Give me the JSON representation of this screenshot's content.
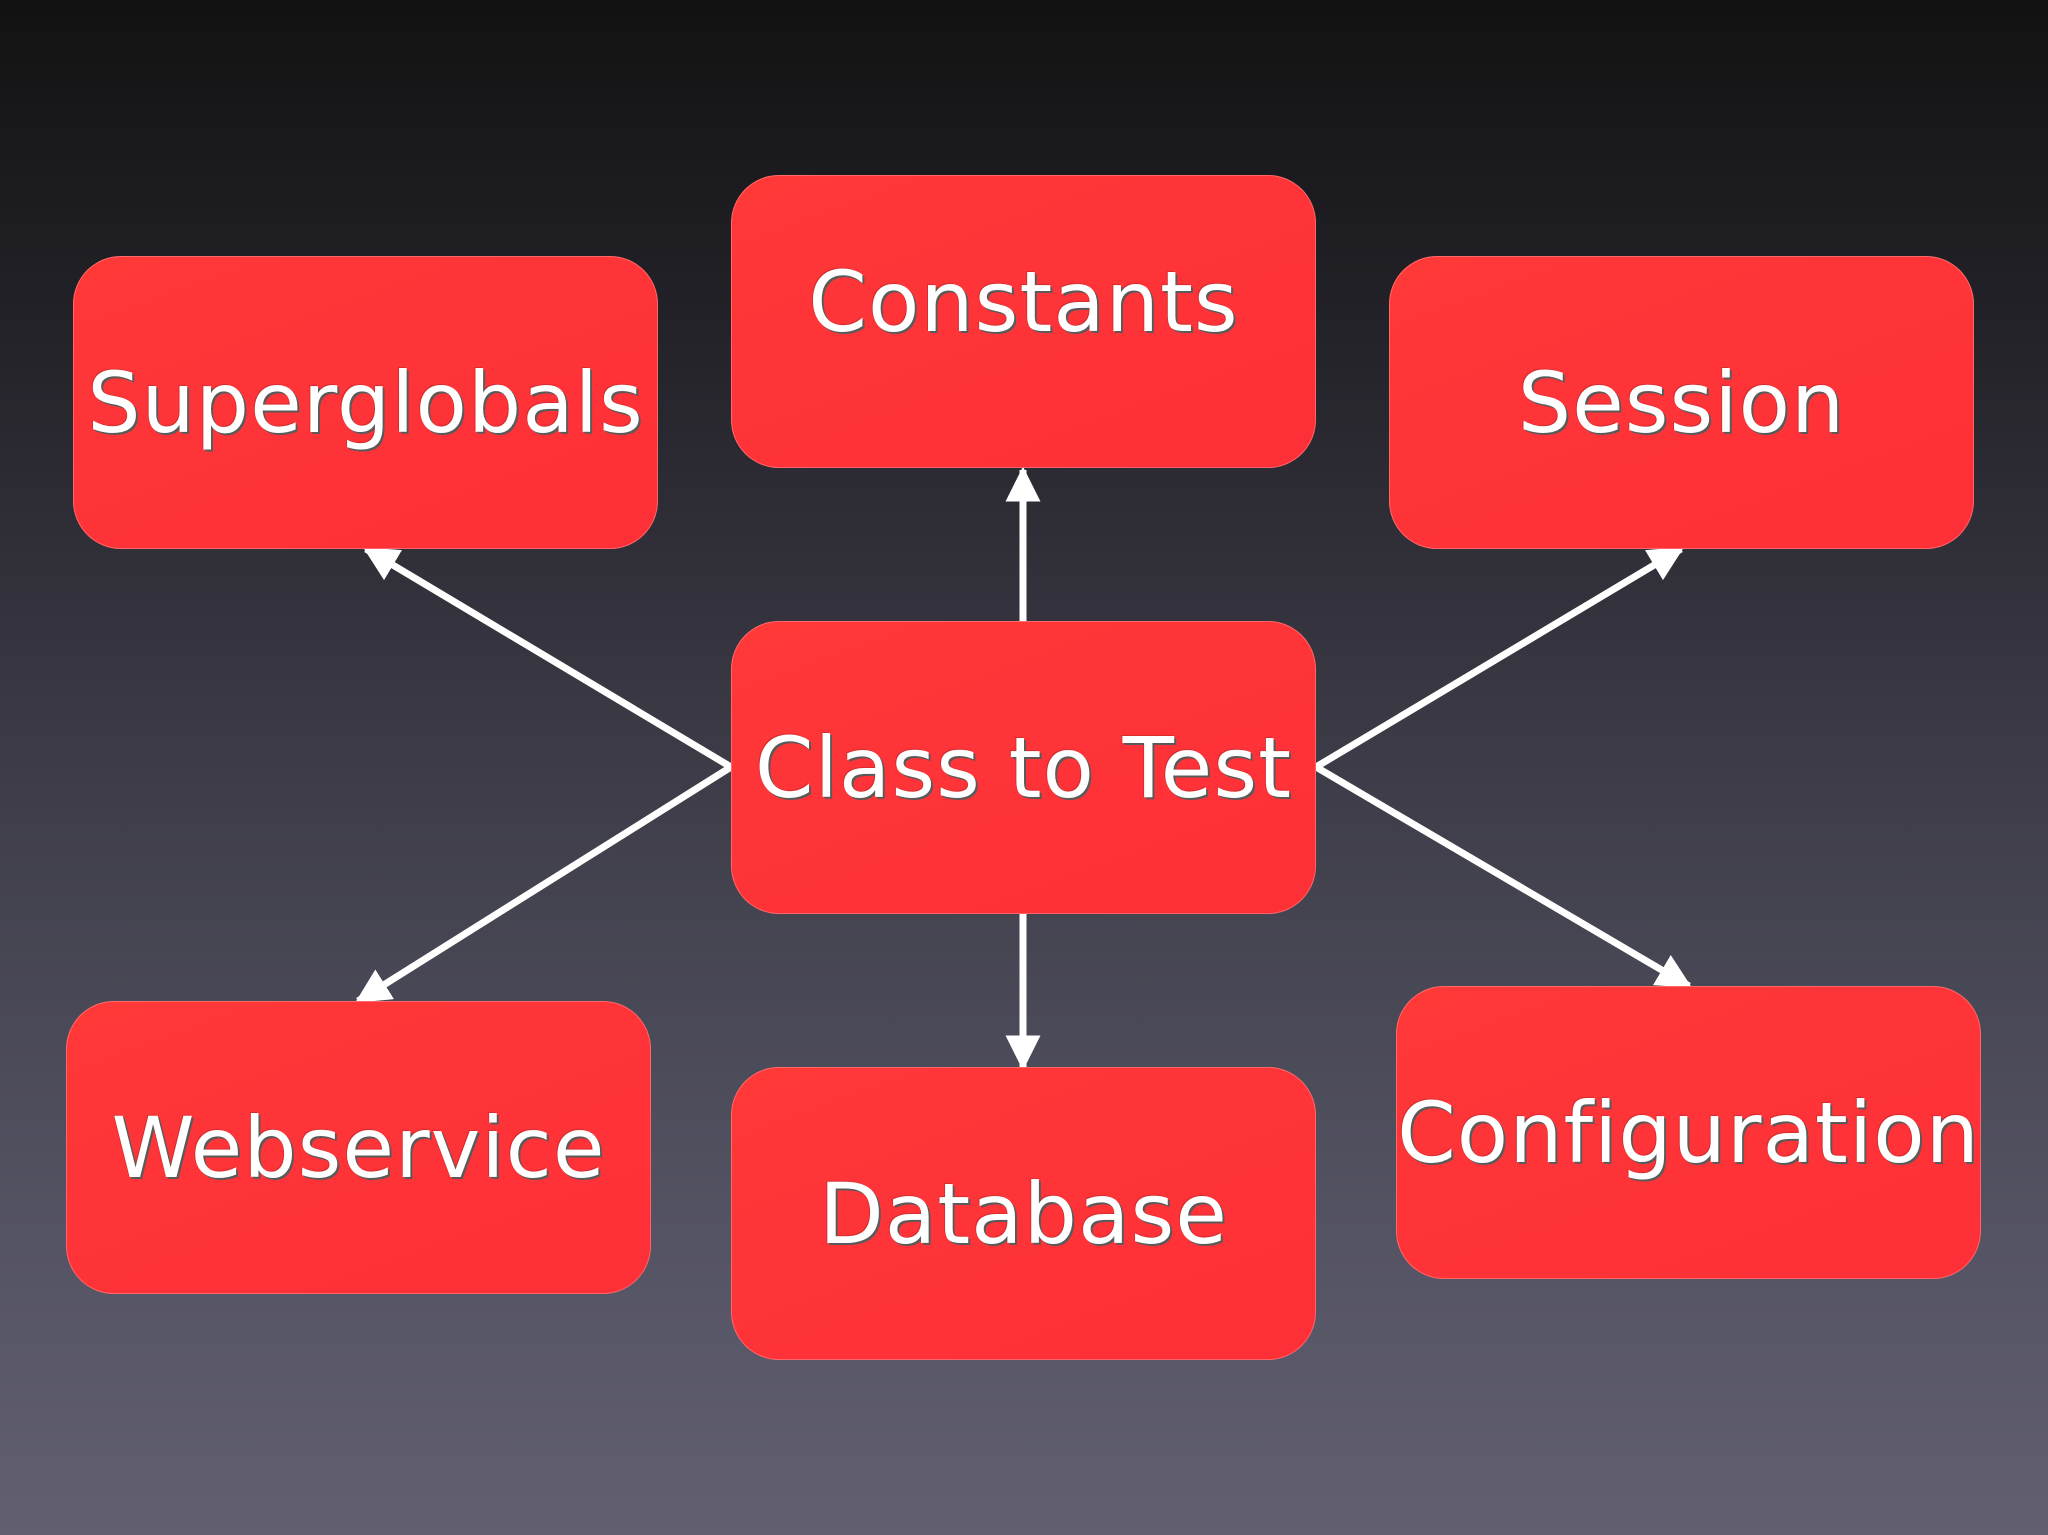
{
  "nodes": {
    "center": "Class to Test",
    "constants": "Constants",
    "superglobals": "Superglobals",
    "session": "Session",
    "webservice": "Webservice",
    "database": "Database",
    "configuration": "Configuration"
  },
  "colors": {
    "node_fill": "#fd3035",
    "text": "#ffffff",
    "connector": "#ffffff",
    "background_top": "#121212",
    "background_bottom": "#615f70"
  },
  "edges": [
    {
      "from": "center",
      "to": "constants"
    },
    {
      "from": "center",
      "to": "superglobals"
    },
    {
      "from": "center",
      "to": "session"
    },
    {
      "from": "center",
      "to": "webservice"
    },
    {
      "from": "center",
      "to": "database"
    },
    {
      "from": "center",
      "to": "configuration"
    }
  ]
}
